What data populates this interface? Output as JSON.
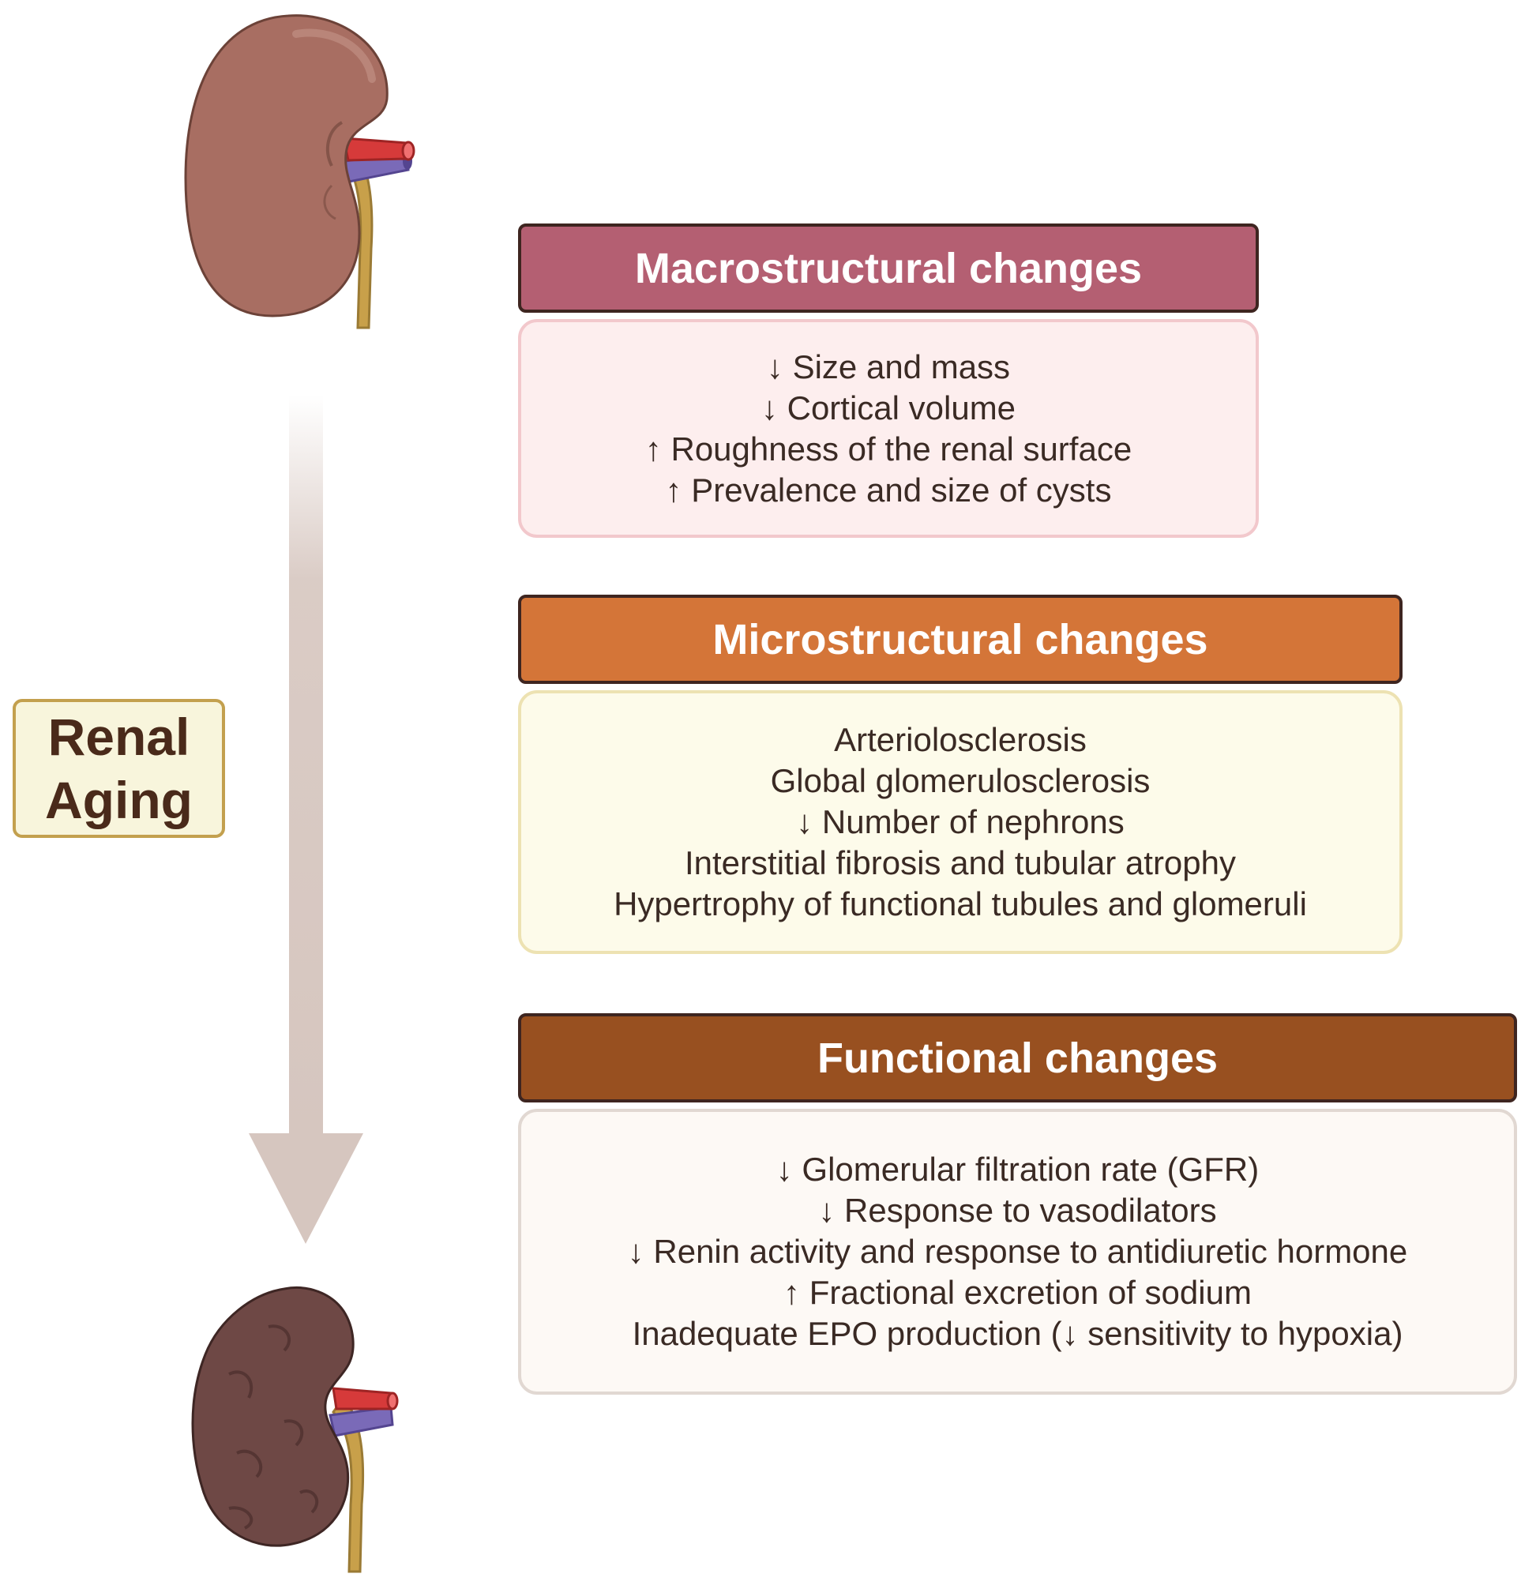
{
  "aging_label": {
    "line1": "Renal",
    "line2": "Aging"
  },
  "sections": {
    "macro": {
      "title": "Macrostructural changes",
      "items": [
        "↓ Size and mass",
        "↓ Cortical volume",
        "↑ Roughness of the renal surface",
        "↑ Prevalence and size of cysts"
      ]
    },
    "micro": {
      "title": "Microstructural changes",
      "items": [
        "Arteriolosclerosis",
        "Global glomerulosclerosis",
        "↓ Number of nephrons",
        "Interstitial fibrosis and tubular atrophy",
        "Hypertrophy of functional tubules and glomeruli"
      ]
    },
    "func": {
      "title": "Functional changes",
      "items": [
        "↓ Glomerular filtration rate (GFR)",
        "↓ Response to vasodilators",
        "↓ Renin activity and response to antidiuretic hormone",
        "↑ Fractional excretion of sodium",
        "Inadequate EPO production (↓ sensitivity to hypoxia)"
      ]
    }
  },
  "colors": {
    "macro_header": "#b45f72",
    "micro_header": "#d47538",
    "func_header": "#985020",
    "kidney_young": "#a86e62",
    "kidney_old": "#6e4845",
    "artery": "#d63a3a",
    "vein": "#7a6ab8",
    "ureter": "#c8a04a",
    "arrow": "#d6c6bf"
  },
  "icons": {
    "kidney_young": "healthy-kidney-icon",
    "kidney_old": "aged-kidney-icon",
    "arrow": "down-arrow-icon"
  }
}
